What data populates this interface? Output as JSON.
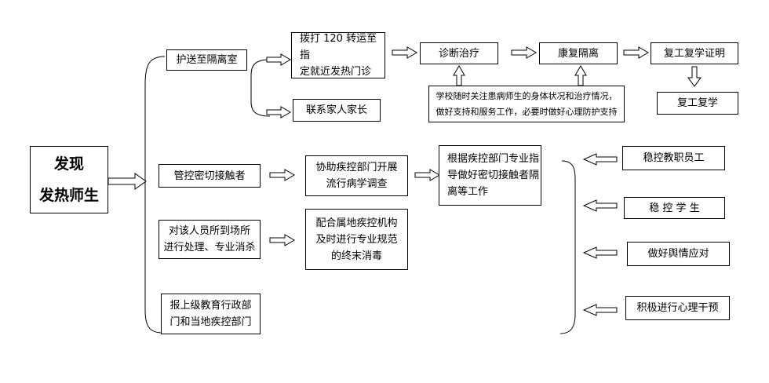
{
  "nodes": {
    "discover": "发现\n发热师生",
    "escort": "护送至隔离室",
    "call120": "拨打 120 转运至指\n定就近发热门诊",
    "contactParents": "联系家人家长",
    "diagnosis": "诊断治疗",
    "recovery": "康复隔离",
    "certificate": "复工复学证明",
    "resume": "复工复学",
    "schoolCare": "学校随时关注患病师生的身体状况和治疗情况，\n做好支持和服务工作，必要时做好心理防护支持",
    "manageContacts": "管控密切接触者",
    "assistSurvey": "协助疾控部门开展\n流行病学调查",
    "guideIsolation": "根据疾控部门专业指\n导做好密切接触者隔\n离等工作",
    "handleSites": "对该人员所到场所\n进行处理、专业消杀",
    "terminalDisinfection": "配合属地疾控机构\n及时进行专业规范\n的终末消毒",
    "reportUp": "报上级教育行政部\n门和当地疾控部门",
    "stabilizeStaff": "稳控教职员工",
    "stabilizeStudents": "稳  控  学  生",
    "publicOpinion": "做好舆情应对",
    "psychIntervention": "积极进行心理干预"
  }
}
